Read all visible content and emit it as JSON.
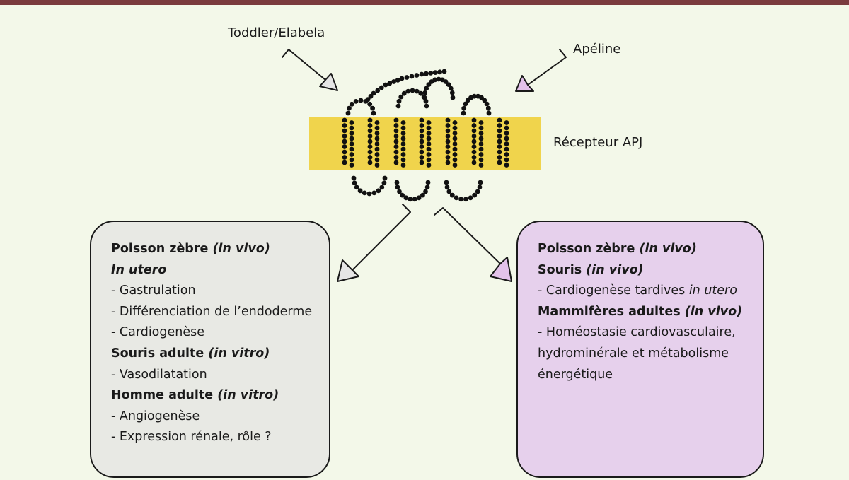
{
  "colors": {
    "background": "#f3f8e9",
    "top_rule": "#7a3b3e",
    "membrane": "#f0d44c",
    "left_box_fill": "#e8e9e4",
    "right_box_fill": "#e6d0ec",
    "left_arrow_fill": "#e6e6e6",
    "right_arrow_fill": "#e3c2ea",
    "receptor_beads": "#111111"
  },
  "ligands": {
    "left": "Toddler/Elabela",
    "right": "Apéline"
  },
  "receptor_label": "Récepteur APJ",
  "left_box": {
    "h1": "Poisson zèbre ",
    "h1_italic": "(in vivo)",
    "h2": "In utero",
    "items1": [
      "- Gastrulation",
      "- Différenciation de l’endoderme",
      "- Cardiogenèse"
    ],
    "h3": "Souris adulte ",
    "h3_italic": "(in vitro)",
    "items2": [
      "- Vasodilatation"
    ],
    "h4": "Homme adulte ",
    "h4_italic": "(in vitro)",
    "items3": [
      "- Angiogenèse",
      "- Expression rénale, rôle ?"
    ]
  },
  "right_box": {
    "h1": "Poisson zèbre ",
    "h1_italic": "(in vivo)",
    "h2": "Souris ",
    "h2_italic": "(in vivo)",
    "item1": "- Cardiogenèse tardives ",
    "item1_italic": "in utero",
    "h3": "Mammifères adultes ",
    "h3_italic": "(in vivo)",
    "item2_lines": [
      "- Homéostasie cardiovasculaire,",
      "hydrominérale et métabolisme",
      "énergétique"
    ]
  }
}
